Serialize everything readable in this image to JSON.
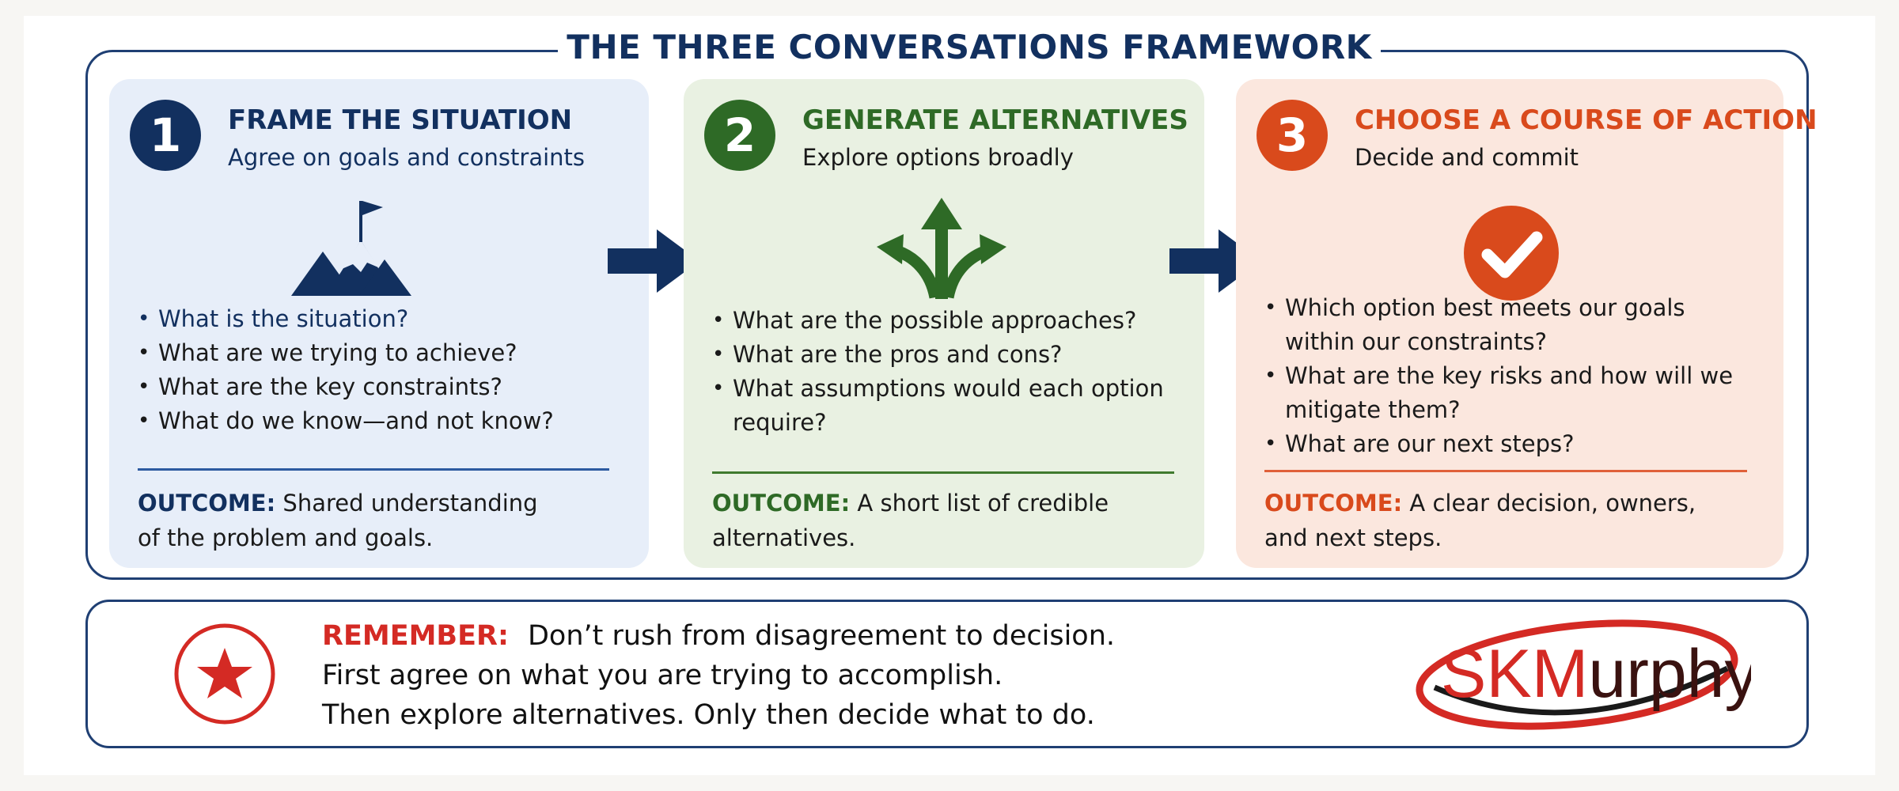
{
  "title": "THE THREE CONVERSATIONS FRAMEWORK",
  "colors": {
    "navy": "#12305f",
    "green": "#2e6a26",
    "red": "#d94a1c",
    "remember_red": "#d42a24"
  },
  "panels": [
    {
      "number": "1",
      "heading": "FRAME THE SITUATION",
      "subheading": "Agree on goals and constraints",
      "icon": "mountain-flag-icon",
      "bullets": [
        "What is the situation?",
        "What are we trying to achieve?",
        "What are the key constraints?",
        "What do we know—and not know?"
      ],
      "outcome_label": "OUTCOME:",
      "outcome_line1": "Shared understanding",
      "outcome_line2": "of the problem and goals."
    },
    {
      "number": "2",
      "heading": "GENERATE ALTERNATIVES",
      "subheading": "Explore options broadly",
      "icon": "branching-arrows-icon",
      "bullets": [
        "What are the possible approaches?",
        "What are the pros and cons?",
        "What assumptions would each option require?"
      ],
      "outcome_label": "OUTCOME:",
      "outcome_line1": "A short list of credible",
      "outcome_line2": "alternatives."
    },
    {
      "number": "3",
      "heading": "CHOOSE A COURSE OF ACTION",
      "subheading": "Decide and commit",
      "icon": "checkmark-circle-icon",
      "bullets": [
        "Which option best meets our goals within our constraints?",
        "What are the key risks and how will we mitigate them?",
        "What are our next steps?"
      ],
      "outcome_label": "OUTCOME:",
      "outcome_line1": "A clear decision, owners,",
      "outcome_line2": "and next steps."
    }
  ],
  "remember": {
    "label": "REMEMBER:",
    "line1": "Don’t rush from disagreement to decision.",
    "line2": "First agree on what you are trying to accomplish.",
    "line3": "Then explore alternatives. Only then decide what to do.",
    "icon": "star-icon"
  },
  "logo": {
    "text_sk": "SK",
    "text_m": "M",
    "text_rest": "urphy"
  }
}
